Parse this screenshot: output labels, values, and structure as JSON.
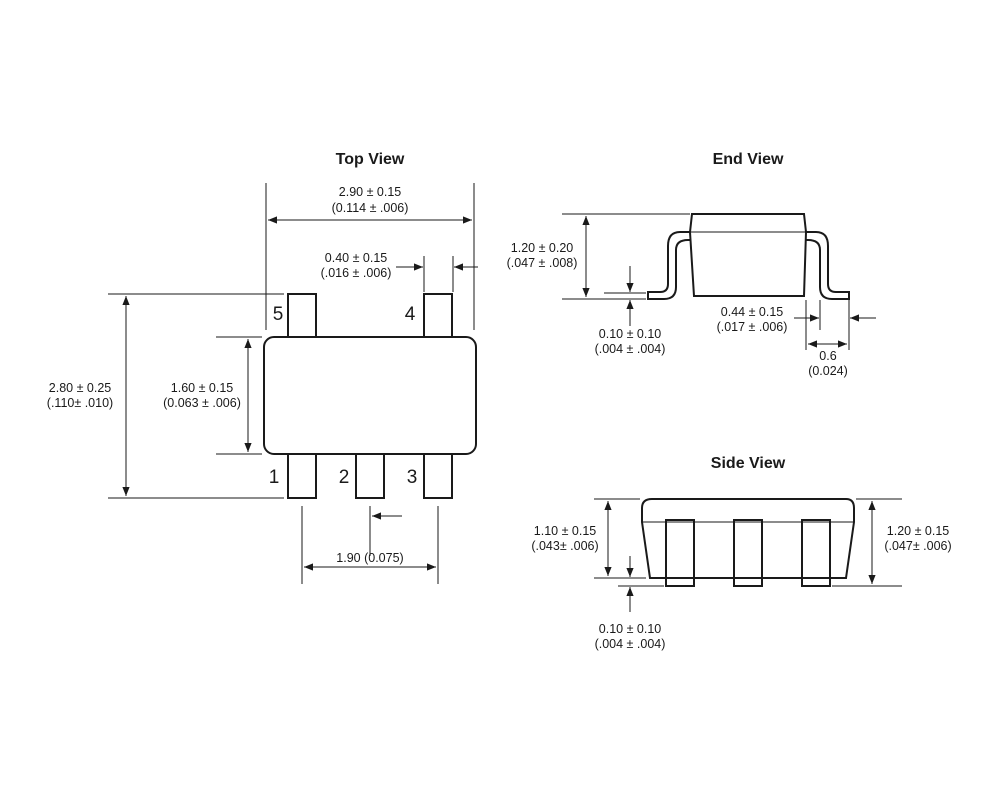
{
  "top_view": {
    "title": "Top View",
    "width_dim": "2.90 ± 0.15",
    "width_dim_in": "(0.114 ± .006)",
    "lead_width_dim": "0.40 ± 0.15",
    "lead_width_dim_in": "(.016 ± .006)",
    "overall_height_dim": "2.80 ± 0.25",
    "overall_height_dim_in": "(.110± .010)",
    "body_height_dim": "1.60 ± 0.15",
    "body_height_dim_in": "(0.063 ± .006)",
    "pitch_dim": "1.90 (0.075)",
    "pins": [
      "1",
      "2",
      "3",
      "4",
      "5"
    ]
  },
  "end_view": {
    "title": "End View",
    "height_dim": "1.20 ± 0.20",
    "height_dim_in": "(.047 ± .008)",
    "standoff_dim": "0.10 ± 0.10",
    "standoff_dim_in": "(.004 ± .004)",
    "lead_dim": "0.44 ± 0.15",
    "lead_dim_in": "(.017 ± .006)",
    "foot_dim": "0.6",
    "foot_dim_in": "(0.024)"
  },
  "side_view": {
    "title": "Side View",
    "body_dim": "1.10 ± 0.15",
    "body_dim_in": "(.043± .006)",
    "height_dim": "1.20 ± 0.15",
    "height_dim_in": "(.047± .006)",
    "standoff_dim": "0.10 ± 0.10",
    "standoff_dim_in": "(.004 ± .004)"
  }
}
